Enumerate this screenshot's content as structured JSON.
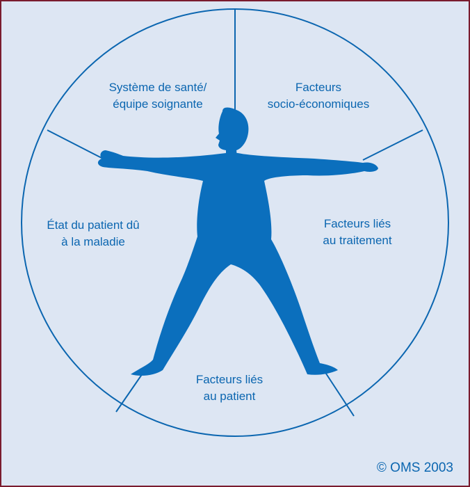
{
  "colors": {
    "frame_border": "#7a1b2e",
    "background": "#dde6f3",
    "outline": "#0b66b0",
    "figure": "#0b6fbd",
    "text": "#0b66b0"
  },
  "segments": [
    {
      "id": "systeme",
      "label": "Système de santé/\néquipe soignante"
    },
    {
      "id": "socio",
      "label": "Facteurs\nsocio-économiques"
    },
    {
      "id": "etat",
      "label": "État du patient dû\nà la maladie"
    },
    {
      "id": "traitement",
      "label": "Facteurs liés\nau traitement"
    },
    {
      "id": "patient",
      "label": "Facteurs liés\nau patient"
    }
  ],
  "credit": "© OMS 2003",
  "figure_icon": "human-figure-icon"
}
